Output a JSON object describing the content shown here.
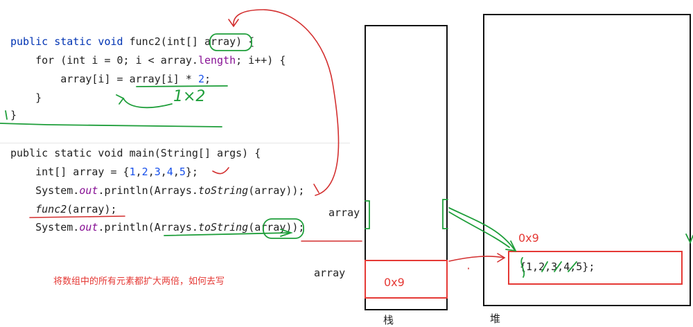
{
  "code": {
    "func2_signature": [
      "public static void ",
      "func2",
      "(int[] ",
      "array",
      ") {"
    ],
    "func2_loop": [
      "    for (int i = 0; i < array.",
      "length",
      "; i++) {"
    ],
    "func2_body": [
      "        array[i] = array[i] * ",
      "2",
      ";"
    ],
    "func2_close_inner": "    }",
    "func2_close": "}",
    "main_signature": "public static void main(String[] args) {",
    "main_line1": [
      "    int[] array = {",
      "1",
      ",",
      "2",
      ",",
      "3",
      ",",
      "4",
      ",",
      "5",
      "};"
    ],
    "main_line2": [
      "    System.",
      "out",
      ".println(Arrays.",
      "toString",
      "(array));"
    ],
    "main_line3": [
      "    ",
      "func2",
      "(array);"
    ],
    "main_line4": [
      "    System.",
      "out",
      ".println(Arrays.",
      "toString",
      "(array));"
    ]
  },
  "annotations": {
    "handwritten_note": "1×2",
    "caption": "将数组中的所有元素都扩大两倍，如何去写"
  },
  "memory": {
    "stack_label": "栈",
    "heap_label": "堆",
    "stack_var_func2": "array",
    "stack_var_main": "array",
    "stack_main_value": "0x9",
    "heap_address": "0x9",
    "heap_array": "{1,2,3,4,5};"
  },
  "colors": {
    "keyword": "#0033b3",
    "number": "#1750eb",
    "field": "#871094",
    "red_ink": "#d32f2f",
    "green_ink": "#1e9e3a"
  }
}
